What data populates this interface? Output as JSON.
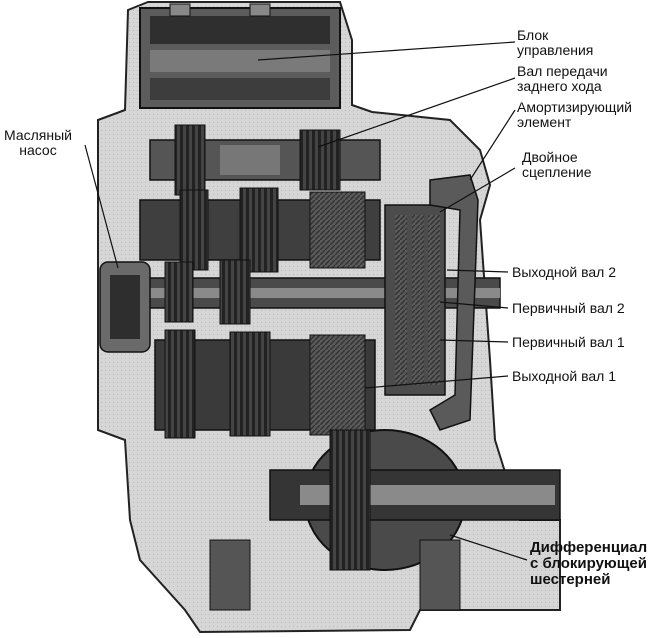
{
  "diagram": {
    "labels": {
      "control_unit": [
        "Блок",
        "управления"
      ],
      "reverse_shaft": [
        "Вал передачи",
        "заднего хода"
      ],
      "damper": [
        "Амортизирующий",
        "элемент"
      ],
      "dual_clutch": [
        "Двойное",
        "сцепление"
      ],
      "oil_pump": [
        "Масляный",
        "насос"
      ],
      "output_shaft_2": "Выходной вал 2",
      "input_shaft_2": "Первичный вал 2",
      "input_shaft_1": "Первичный вал 1",
      "output_shaft_1": "Выходной вал 1",
      "differential": [
        "Дифференциал",
        "с блокирующей",
        "шестерней"
      ]
    },
    "colors": {
      "ink": "#111111",
      "housing": "#cfcfcf",
      "dark": "#3a3a3a",
      "mid": "#6e6e6e",
      "light": "#9a9a9a"
    }
  }
}
